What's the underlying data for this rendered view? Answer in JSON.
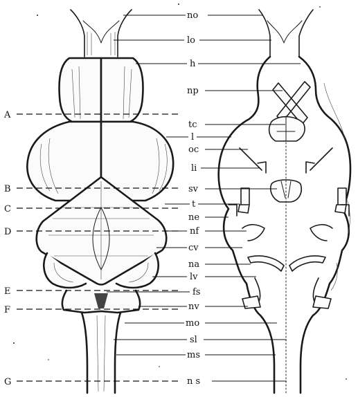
{
  "left_labels": [
    {
      "id": "A",
      "text": "A"
    },
    {
      "id": "B",
      "text": "B"
    },
    {
      "id": "C",
      "text": "C"
    },
    {
      "id": "D",
      "text": "D"
    },
    {
      "id": "E",
      "text": "E"
    },
    {
      "id": "F",
      "text": "F"
    },
    {
      "id": "G",
      "text": "G"
    }
  ],
  "center_labels": [
    {
      "id": "no",
      "text": "no"
    },
    {
      "id": "lo",
      "text": "lo"
    },
    {
      "id": "h",
      "text": "h"
    },
    {
      "id": "np",
      "text": "np"
    },
    {
      "id": "tc",
      "text": "tc"
    },
    {
      "id": "l",
      "text": "l"
    },
    {
      "id": "oc",
      "text": "oc"
    },
    {
      "id": "li",
      "text": "li"
    },
    {
      "id": "sv",
      "text": "sv"
    },
    {
      "id": "t",
      "text": "t"
    },
    {
      "id": "ne",
      "text": "ne"
    },
    {
      "id": "nf",
      "text": "nf"
    },
    {
      "id": "cv",
      "text": "cv"
    },
    {
      "id": "na",
      "text": "na"
    },
    {
      "id": "lv",
      "text": "lv"
    },
    {
      "id": "fs",
      "text": "fs"
    },
    {
      "id": "nv",
      "text": "nv"
    },
    {
      "id": "mo",
      "text": "mo"
    },
    {
      "id": "sl",
      "text": "sl"
    },
    {
      "id": "ms",
      "text": "ms"
    },
    {
      "id": "ns",
      "text": "n s"
    }
  ]
}
